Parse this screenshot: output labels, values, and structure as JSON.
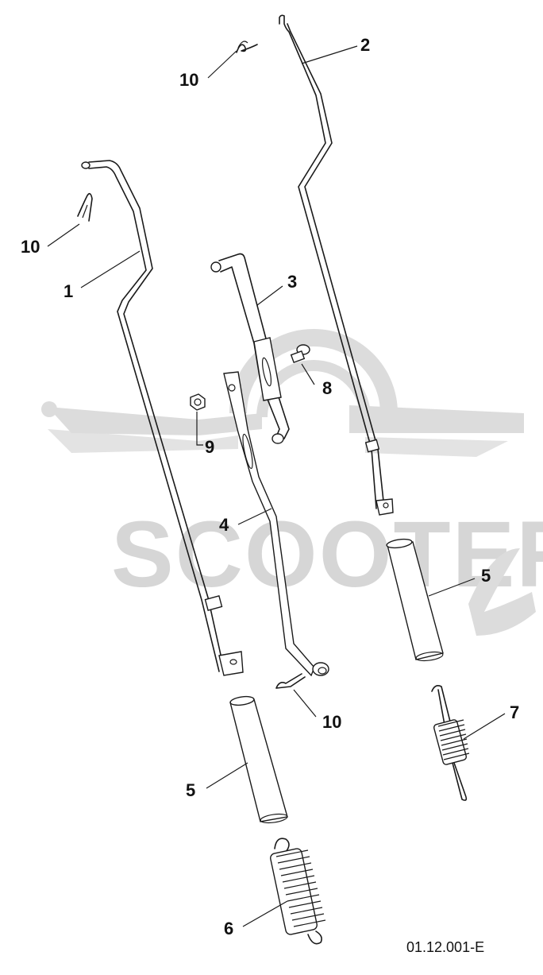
{
  "callouts": [
    {
      "id": "c10a",
      "label": "10"
    },
    {
      "id": "c2",
      "label": "2"
    },
    {
      "id": "c10b",
      "label": "10"
    },
    {
      "id": "c1",
      "label": "1"
    },
    {
      "id": "c3",
      "label": "3"
    },
    {
      "id": "c8",
      "label": "8"
    },
    {
      "id": "c9",
      "label": "9"
    },
    {
      "id": "c4",
      "label": "4"
    },
    {
      "id": "c5a",
      "label": "5"
    },
    {
      "id": "c10c",
      "label": "10"
    },
    {
      "id": "c7",
      "label": "7"
    },
    {
      "id": "c5b",
      "label": "5"
    },
    {
      "id": "c6",
      "label": "6"
    }
  ],
  "reference_code": "01.12.001-E",
  "watermark": {
    "text": "SCOOTER",
    "signature": "zip",
    "color": "#dcdcdc"
  },
  "colors": {
    "line": "#1a1a1a",
    "background": "#ffffff"
  }
}
